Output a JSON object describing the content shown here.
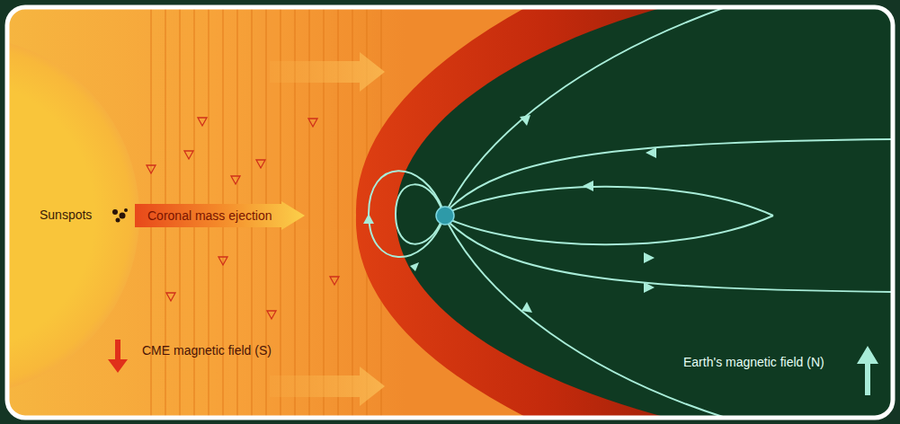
{
  "diagram": {
    "nodes": [
      {
        "text": [
          "Coronal mass ejection"
        ]
      }
    ],
    "labels": [
      "Sunspots",
      "CME magnetic field (S)",
      "Earth's magnetic field (N)"
    ]
  }
}
